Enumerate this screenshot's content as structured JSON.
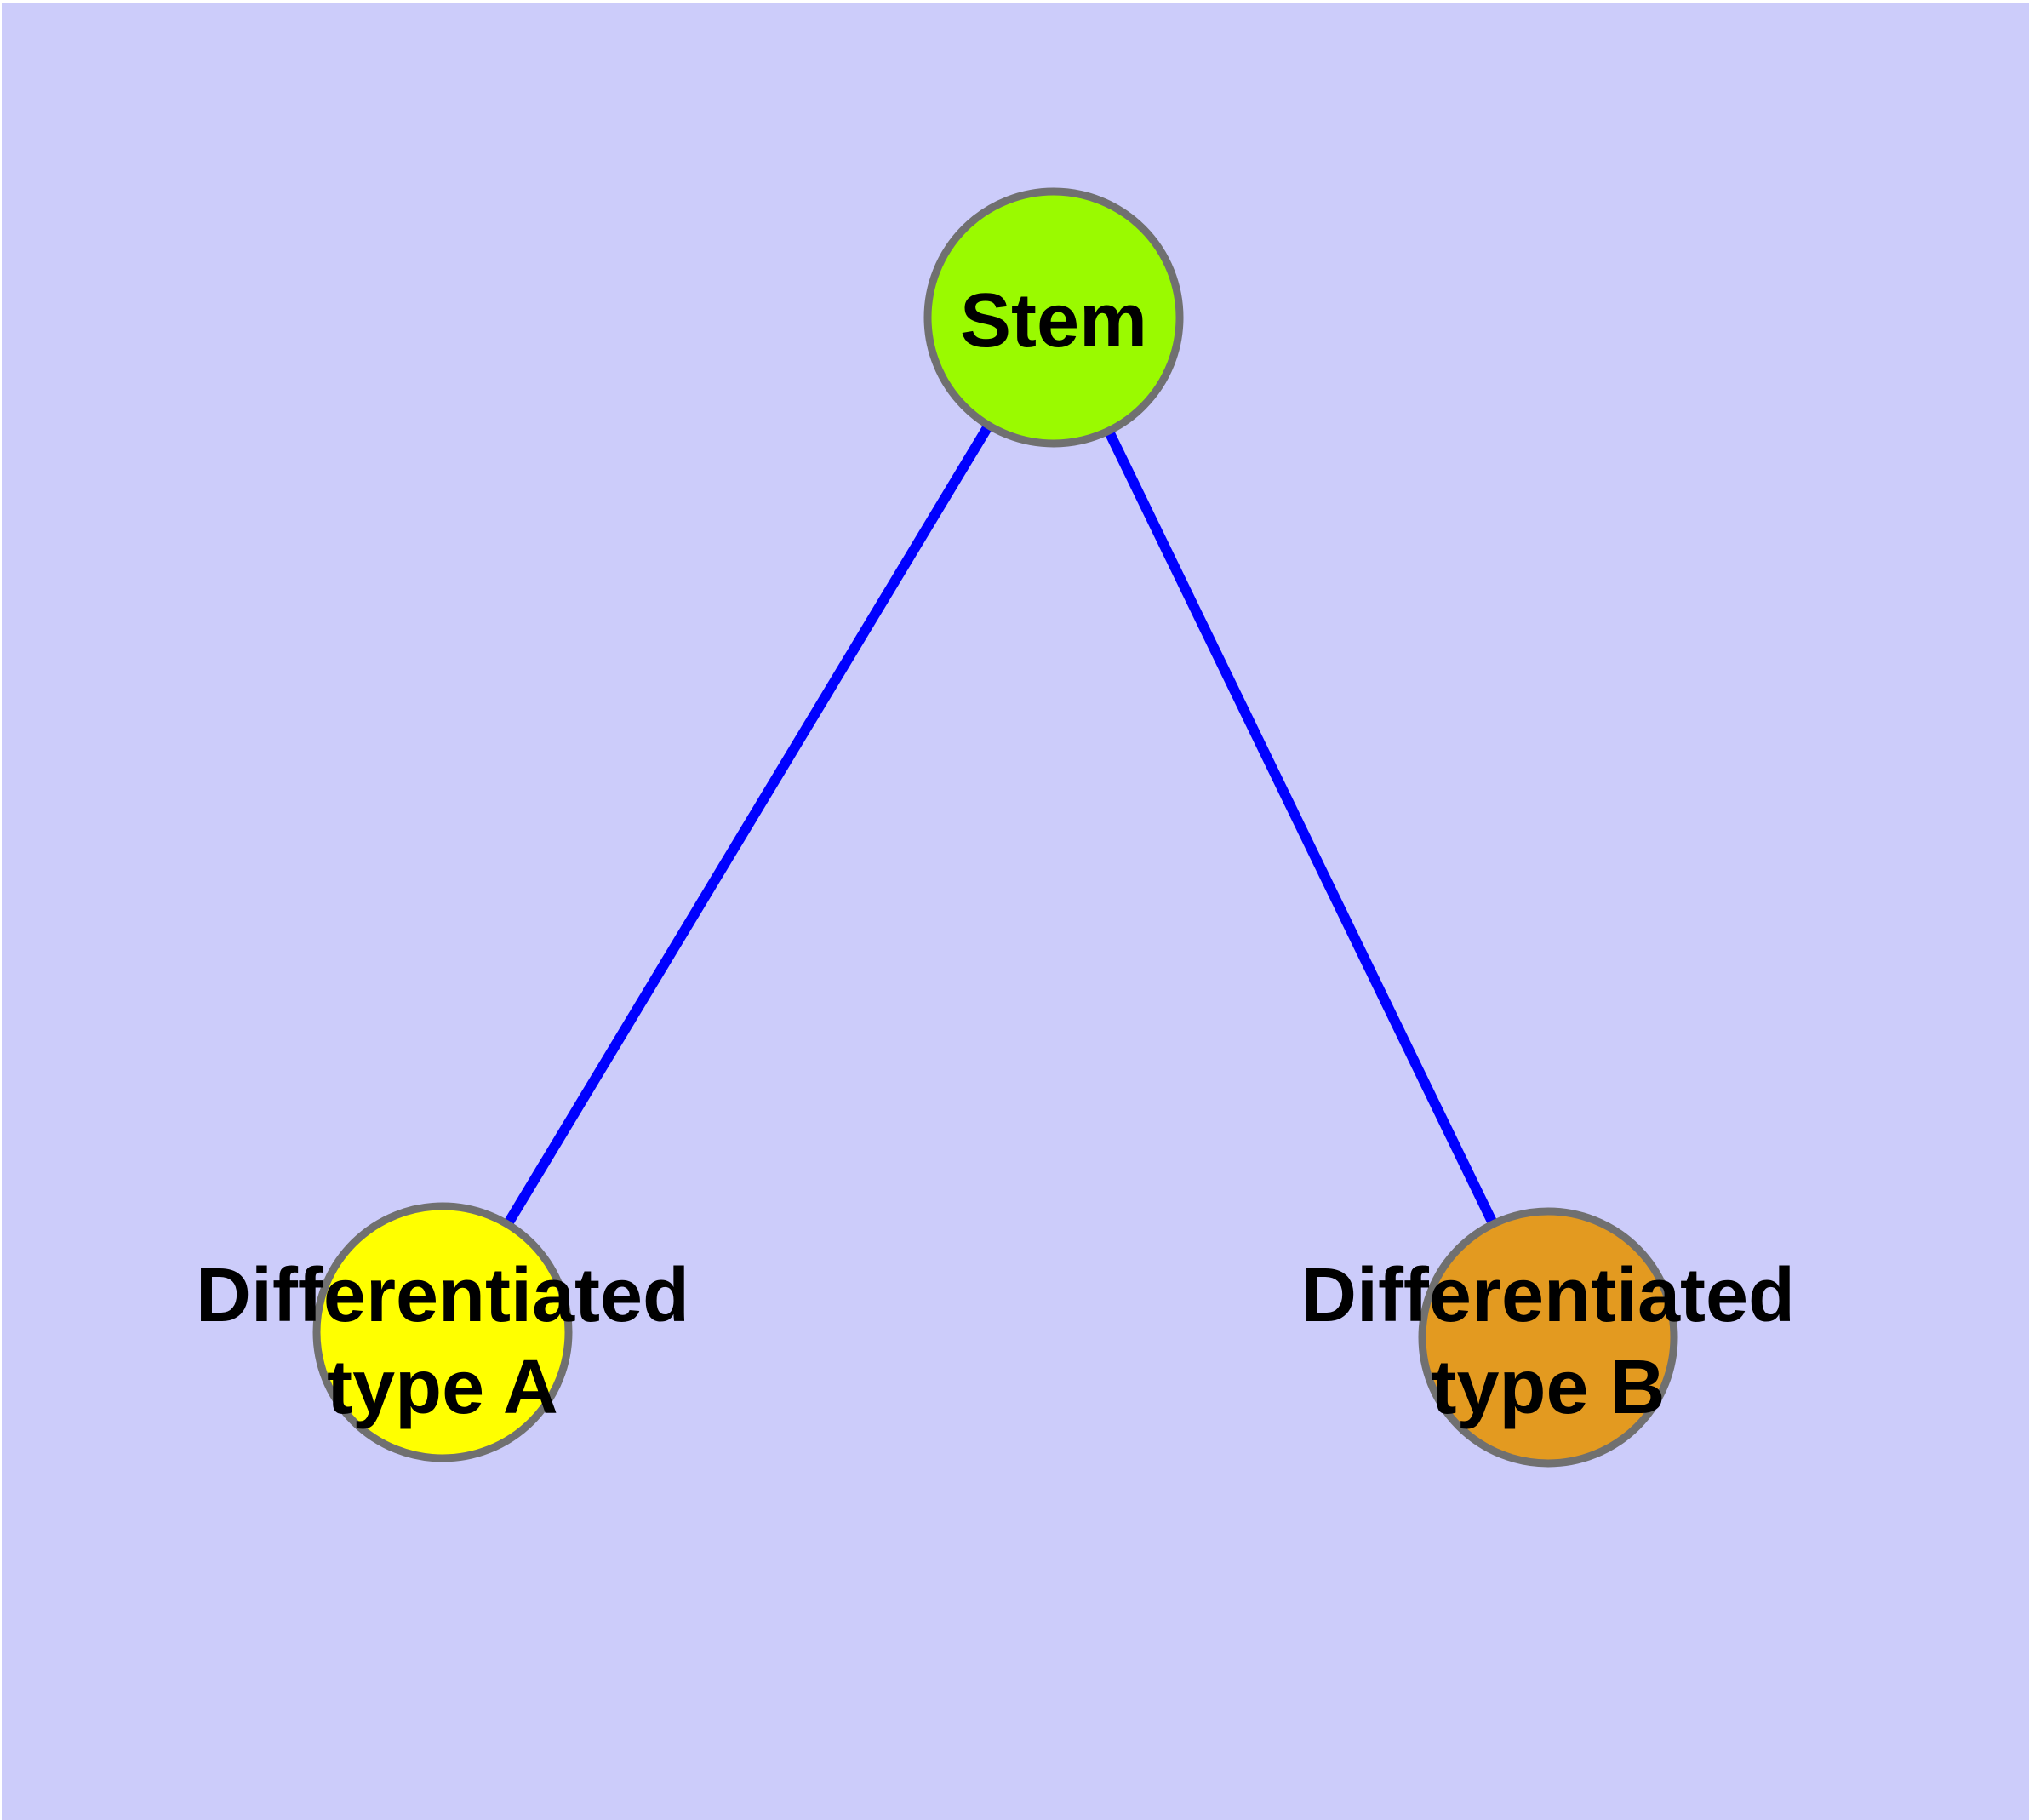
{
  "diagram": {
    "background_color": "#CCCCFA",
    "edge_color": "#0000FF",
    "node_border_color": "#707070",
    "label_color": "#000000",
    "nodes": [
      {
        "id": "stem",
        "label_lines": [
          "Stem"
        ],
        "color": "#9AFA00"
      },
      {
        "id": "differentiated-type-a",
        "label_lines": [
          "Differentiated",
          "type A"
        ],
        "color": "#FFFF00"
      },
      {
        "id": "differentiated-type-b",
        "label_lines": [
          "Differentiated",
          "type B"
        ],
        "color": "#E39A20"
      }
    ],
    "edges": [
      {
        "from": "Stem",
        "to": "Differentiated type A"
      },
      {
        "from": "Stem",
        "to": "Differentiated type B"
      }
    ]
  }
}
